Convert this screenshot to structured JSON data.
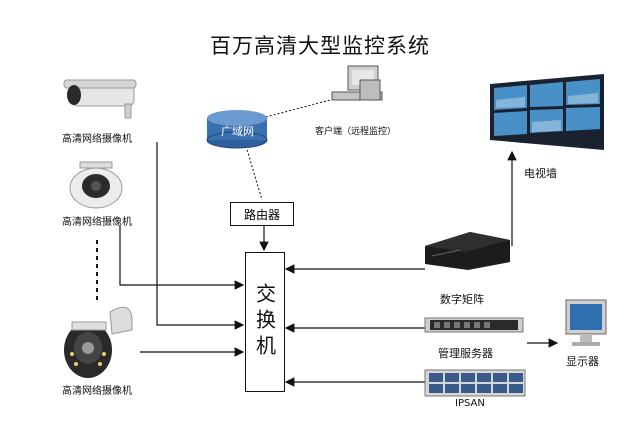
{
  "title": "百万高清大型监控系统",
  "nodes": {
    "cloud": "广域网",
    "client": "客户端（远程监控）",
    "tv_wall": "电视墙",
    "camera1": "高清网络摄像机",
    "camera2": "高清网络摄像机",
    "camera3": "高清网络摄像机",
    "router": "路由器",
    "switch": "交换机",
    "matrix": "数字矩阵",
    "server": "管理服务器",
    "display": "显示器",
    "storage": "IPSAN"
  },
  "colors": {
    "line": "#111111",
    "cloud_fill": "#3a6fb0",
    "device_dark": "#1c1c1c",
    "screen_blue": "#4a90c8"
  }
}
